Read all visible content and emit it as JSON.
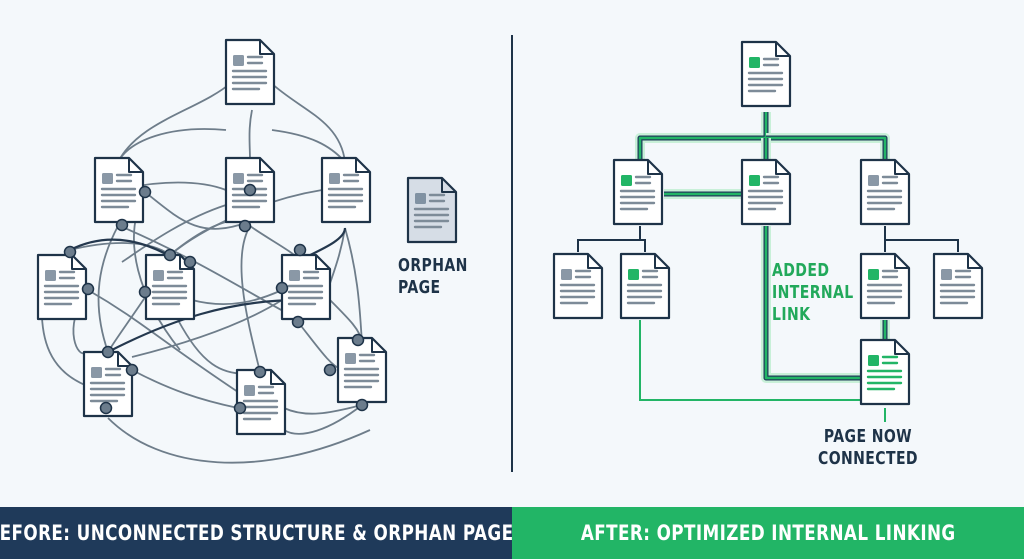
{
  "labels": {
    "orphan_line1": "ORPHAN",
    "orphan_line2": "PAGE",
    "added_line1": "ADDED",
    "added_line2": "INTERNAL",
    "added_line3": "LINK",
    "connected_line1": "PAGE NOW",
    "connected_line2": "CONNECTED"
  },
  "footer": {
    "before": "BEFORE: UNCONNECTED STRUCTURE & ORPHAN PAGES",
    "after": "AFTER: OPTIMIZED INTERNAL LINKING"
  },
  "colors": {
    "navy": "#1f3a5a",
    "green": "#22b566",
    "link_gray": "#6e7d8a",
    "orphan_fill": "#d6dde6"
  }
}
